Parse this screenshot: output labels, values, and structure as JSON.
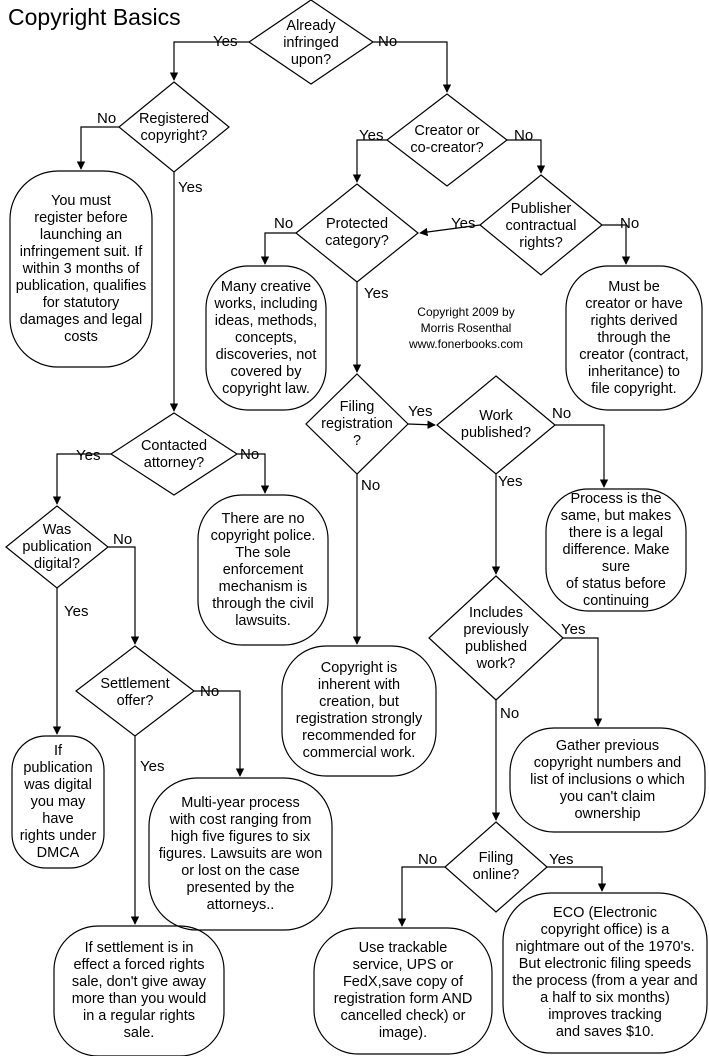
{
  "title": "Copyright Basics",
  "credit": "Copyright 2009 by\nMorris Rosenthal\nwww.fonerbooks.com",
  "labels": {
    "yes": "Yes",
    "no": "No"
  },
  "decisions": {
    "already_infringed": "Already\ninfringed\nupon?",
    "registered": "Registered\ncopyright?",
    "creator": "Creator or\nco-creator?",
    "protected": "Protected\ncategory?",
    "publisher": "Publisher\ncontractual\nrights?",
    "filing_registration": "Filing\nregistration\n?",
    "work_published": "Work\npublished?",
    "contacted_attorney": "Contacted\nattorney?",
    "publication_digital": "Was\npublication\ndigital?",
    "settlement": "Settlement\noffer?",
    "includes_previous": "Includes\npreviously\npublished\nwork?",
    "filing_online": "Filing\nonline?"
  },
  "outcomes": {
    "must_register": "You must\nregister before\nlaunching an\ninfringement suit. If\nwithin 3 months of\npublication, qualifies\nfor statutory\ndamages and legal\ncosts",
    "not_covered": "Many creative\nworks, including\nideas, methods,\nconcepts,\ndiscoveries, not\ncovered by\ncopyright law.",
    "must_be_creator": "Must be\ncreator or have\nrights derived\nthrough the\ncreator (contract,\ninheritance) to\nfile copyright.",
    "process_same": "Process is the\nsame, but makes\nthere is a legal\ndifference. Make sure\nof status before\ncontinuing",
    "no_police": "There are no\ncopyright police.\nThe sole\nenforcement\nmechanism is\nthrough the civil\nlawsuits.",
    "inherent": "Copyright is\ninherent with\ncreation, but\nregistration strongly\nrecommended for\ncommercial work.",
    "dmca": "If\npublication\nwas digital\nyou may have\nrights under\nDMCA",
    "multi_year": "Multi-year process\nwith cost ranging from\nhigh five figures to six\nfigures. Lawsuits are won\nor lost on the case\npresented by the\nattorneys..",
    "gather_previous": "Gather previous\ncopyright numbers and\nlist of inclusions o which\nyou can't claim\nownership",
    "forced_sale": "If settlement is in\neffect a forced rights\nsale, don't give away\nmore than you would\nin a regular rights\nsale.",
    "trackable": "Use trackable\nservice, UPS or\nFedX,save copy of\nregistration form AND\ncancelled check) or\nimage).",
    "eco": "ECO (Electronic\ncopyright office) is a\nnightmare out of the 1970's.\nBut electronic filing speeds\nthe process (from a year and\na half to six months)\nimproves tracking\nand saves $10."
  }
}
